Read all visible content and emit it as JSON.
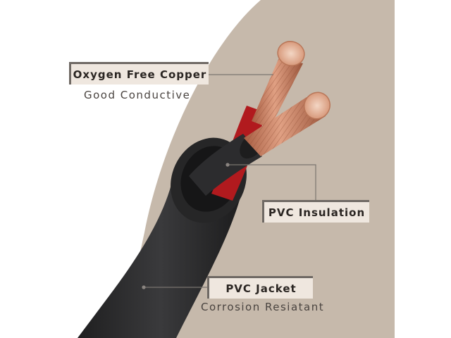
{
  "labels": {
    "copper": {
      "title": "Oxygen Free Copper",
      "subtitle": "Good Conductive"
    },
    "insulation": {
      "title": "PVC Insulation"
    },
    "jacket": {
      "title": "PVC Jacket",
      "subtitle": "Corrosion Resiatant"
    }
  },
  "colors": {
    "background_shape": "#c6b9ab",
    "jacket": "#2a2a2b",
    "insulation_red": "#b11a1e",
    "copper": "#d08d6e",
    "label_bg": "#efe7df",
    "label_border": "#6f6964",
    "leader_line": "#7a746f"
  }
}
